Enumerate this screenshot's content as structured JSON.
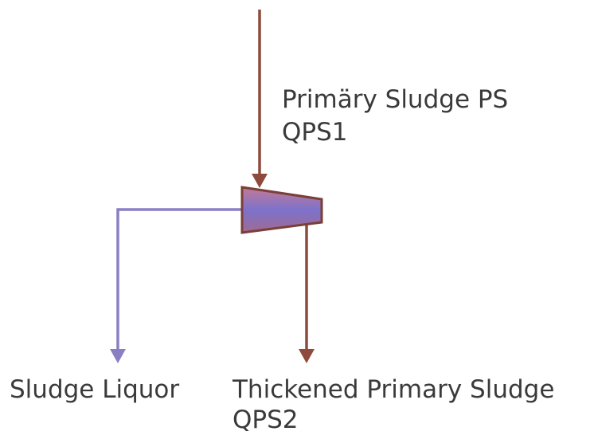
{
  "labels": {
    "inflow_name": "Primäry Sludge PS",
    "inflow_id": "QPS1",
    "liquor_name": "Sludge Liquor",
    "thickened_name": "Thickened Primary Sludge",
    "thickened_id": "QPS2"
  },
  "colors": {
    "sludge_line": "#8e4a3c",
    "liquor_line": "#8b7fc4",
    "thickener_outline": "#7a3f36",
    "thickener_fill_top": "#b86a8e",
    "thickener_fill_mid": "#7c6fc6",
    "text": "#3a3a3a"
  }
}
